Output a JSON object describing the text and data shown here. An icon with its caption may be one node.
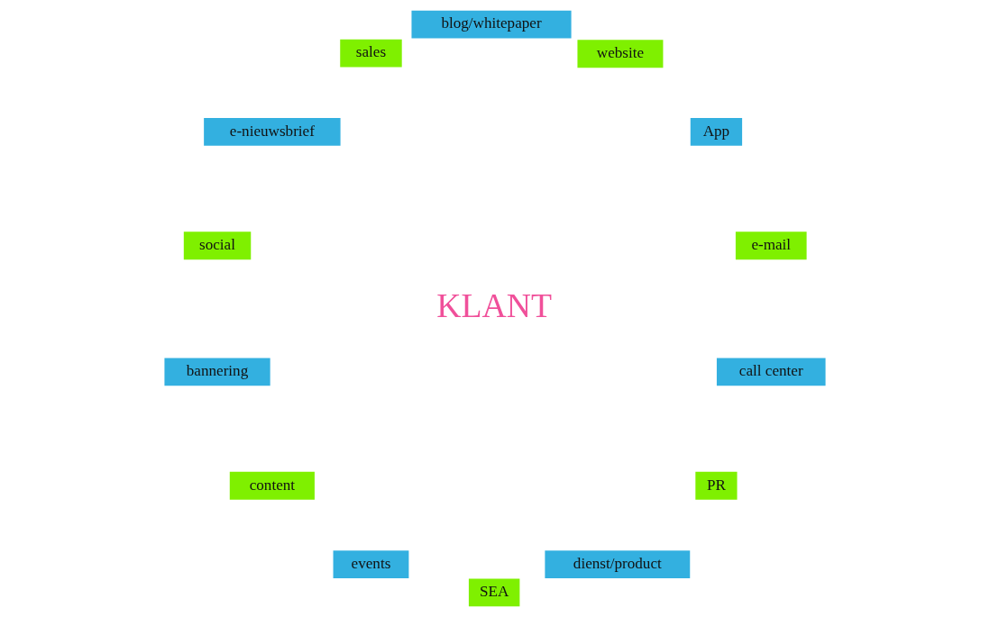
{
  "diagram": {
    "nodes": [
      {
        "text": [
          "e-mail"
        ]
      },
      {
        "text": [
          "App"
        ]
      },
      {
        "text": [
          "website"
        ]
      },
      {
        "text": [
          "blog/whitepaper"
        ]
      },
      {
        "text": [
          "sales"
        ]
      },
      {
        "text": [
          "e-nieuwsbrief"
        ]
      },
      {
        "text": [
          "social"
        ]
      },
      {
        "text": [
          "bannering"
        ]
      },
      {
        "text": [
          "content"
        ]
      },
      {
        "text": [
          "events"
        ]
      },
      {
        "text": [
          "SEA"
        ]
      },
      {
        "text": [
          "dienst/product"
        ]
      },
      {
        "text": [
          "PR"
        ]
      },
      {
        "text": [
          "call center"
        ]
      }
    ],
    "labels": [
      "KLANT"
    ]
  }
}
